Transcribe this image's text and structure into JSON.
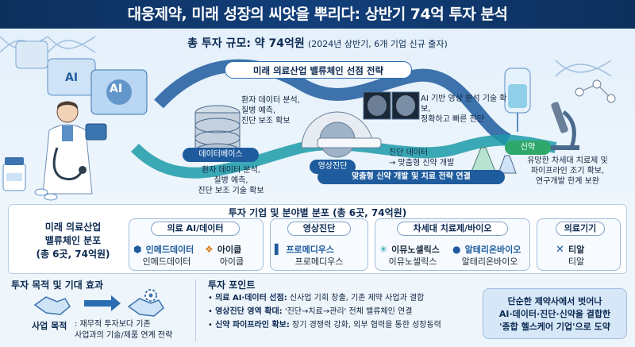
{
  "header": {
    "title": "대웅제약, 미래 성장의 씨앗을 뿌리다: 상반기 74억 투자 분석"
  },
  "total": {
    "label": "총 투자 규모: 약 74억원",
    "sub": "(2024년 상반기, 6개 기업 신규 출자)"
  },
  "value_chain": {
    "banner": "미래 의료산업 밸류체인 선점 전략",
    "db_top": [
      "환자 데이터 분석,",
      "질병 예측,",
      "진단 보조 확보"
    ],
    "db_label": "데이터베이스",
    "db_bottom": [
      "환자 데이터 분석,",
      "질병 예측,",
      "진단 보조 기술 확보"
    ],
    "scan_label": "영상진단",
    "scan_top": [
      "AI 기반 영상 분석 기술 확보,",
      "정확하고 빠른 진단"
    ],
    "flow_text": [
      "진단 데이터",
      "→ 맞춤형 신약 개발"
    ],
    "flow_pill": "맞춤형 신약 개발 및 치료 전략 연결",
    "drug_label": "신약",
    "drug_text": [
      "유망한 차세대 치료제 및",
      "파이프라인 조기 확보,",
      "연구개발 한계 보완"
    ],
    "screen_ai_1": "AI",
    "screen_ai_2": "AI"
  },
  "distribution": {
    "title": "투자 기업 및 분야별 분포 (총 6곳, 74억원)",
    "left_lines": [
      "미래 의료산업",
      "밸류체인 분포",
      "(총 6곳, 74억원)"
    ],
    "fields": [
      {
        "name": "의료 AI/데이터",
        "companies": [
          {
            "logo": "인메드데이터",
            "name": "인메드데이터"
          },
          {
            "logo": "아이쿱",
            "name": "아이쿱"
          }
        ]
      },
      {
        "name": "영상진단",
        "companies": [
          {
            "logo": "프로메디우스",
            "name": "프로메디우스"
          }
        ]
      },
      {
        "name": "차세대 치료제/바이오",
        "companies": [
          {
            "logo": "이뮤노셀릭스",
            "name": "이뮤노셀릭스"
          },
          {
            "logo": "알테리온바이오",
            "name": "알테리온바이오"
          }
        ]
      },
      {
        "name": "의료기기",
        "companies": [
          {
            "logo": "티알",
            "name": "티알"
          }
        ]
      }
    ]
  },
  "purpose": {
    "title": "투자 목적 및 기대 효과",
    "label": "사업 목적",
    "text": [
      ": 재무적 투자보다 기존",
      "사업과의 기술/제품 연계 전략"
    ]
  },
  "points": {
    "title": "투자 포인트",
    "items": [
      {
        "head": "의료 AI·데이터 선점:",
        "body": " 신사업 기회 창출, 기존 제약 사업과 결합"
      },
      {
        "head": "영상진단 영역 확대:",
        "body": " '진단→치료→관리' 전체 밸류체인 연결"
      },
      {
        "head": "신약 파이프라인 확보:",
        "body": " 장기 경쟁력 강화, 외부 협력을 통한 성장동력"
      }
    ]
  },
  "conclusion": {
    "lines": [
      "단순한 제약사에서 벗어나",
      "AI·데이터·진단·신약을 결합한",
      "'종합 헬스케어 기업'으로 도약"
    ]
  },
  "colors": {
    "navy": "#0d2f5c",
    "accent": "#2a6db3",
    "teal": "#1c9aa8",
    "green": "#2fa96b"
  }
}
